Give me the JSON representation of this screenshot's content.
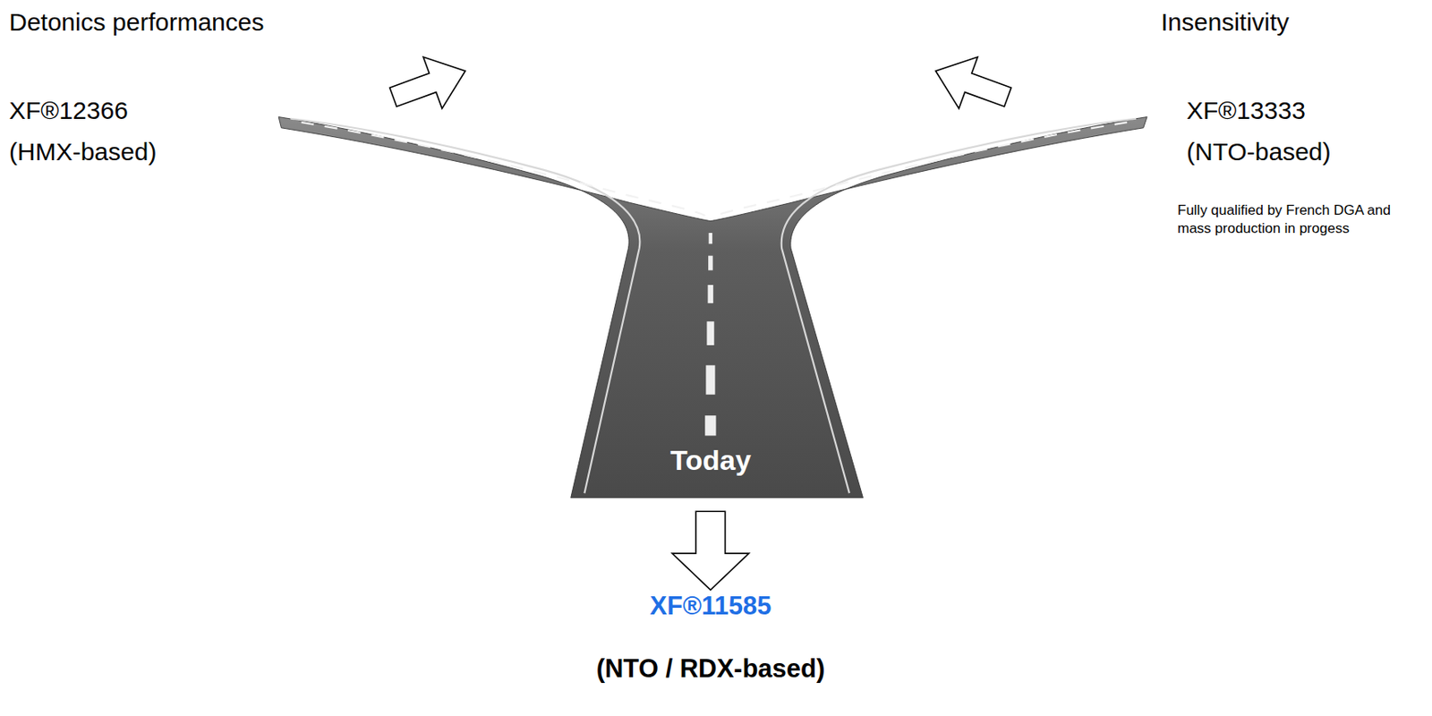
{
  "diagram": {
    "labels": [
      "Detonics performances",
      "Insensitivity",
      "XF®12366",
      "(HMX-based)",
      "XF®13333",
      "(NTO-based)",
      "Fully qualified by French DGA and mass production in progess",
      "Today",
      "XF®11585",
      "(NTO / RDX-based)"
    ]
  }
}
